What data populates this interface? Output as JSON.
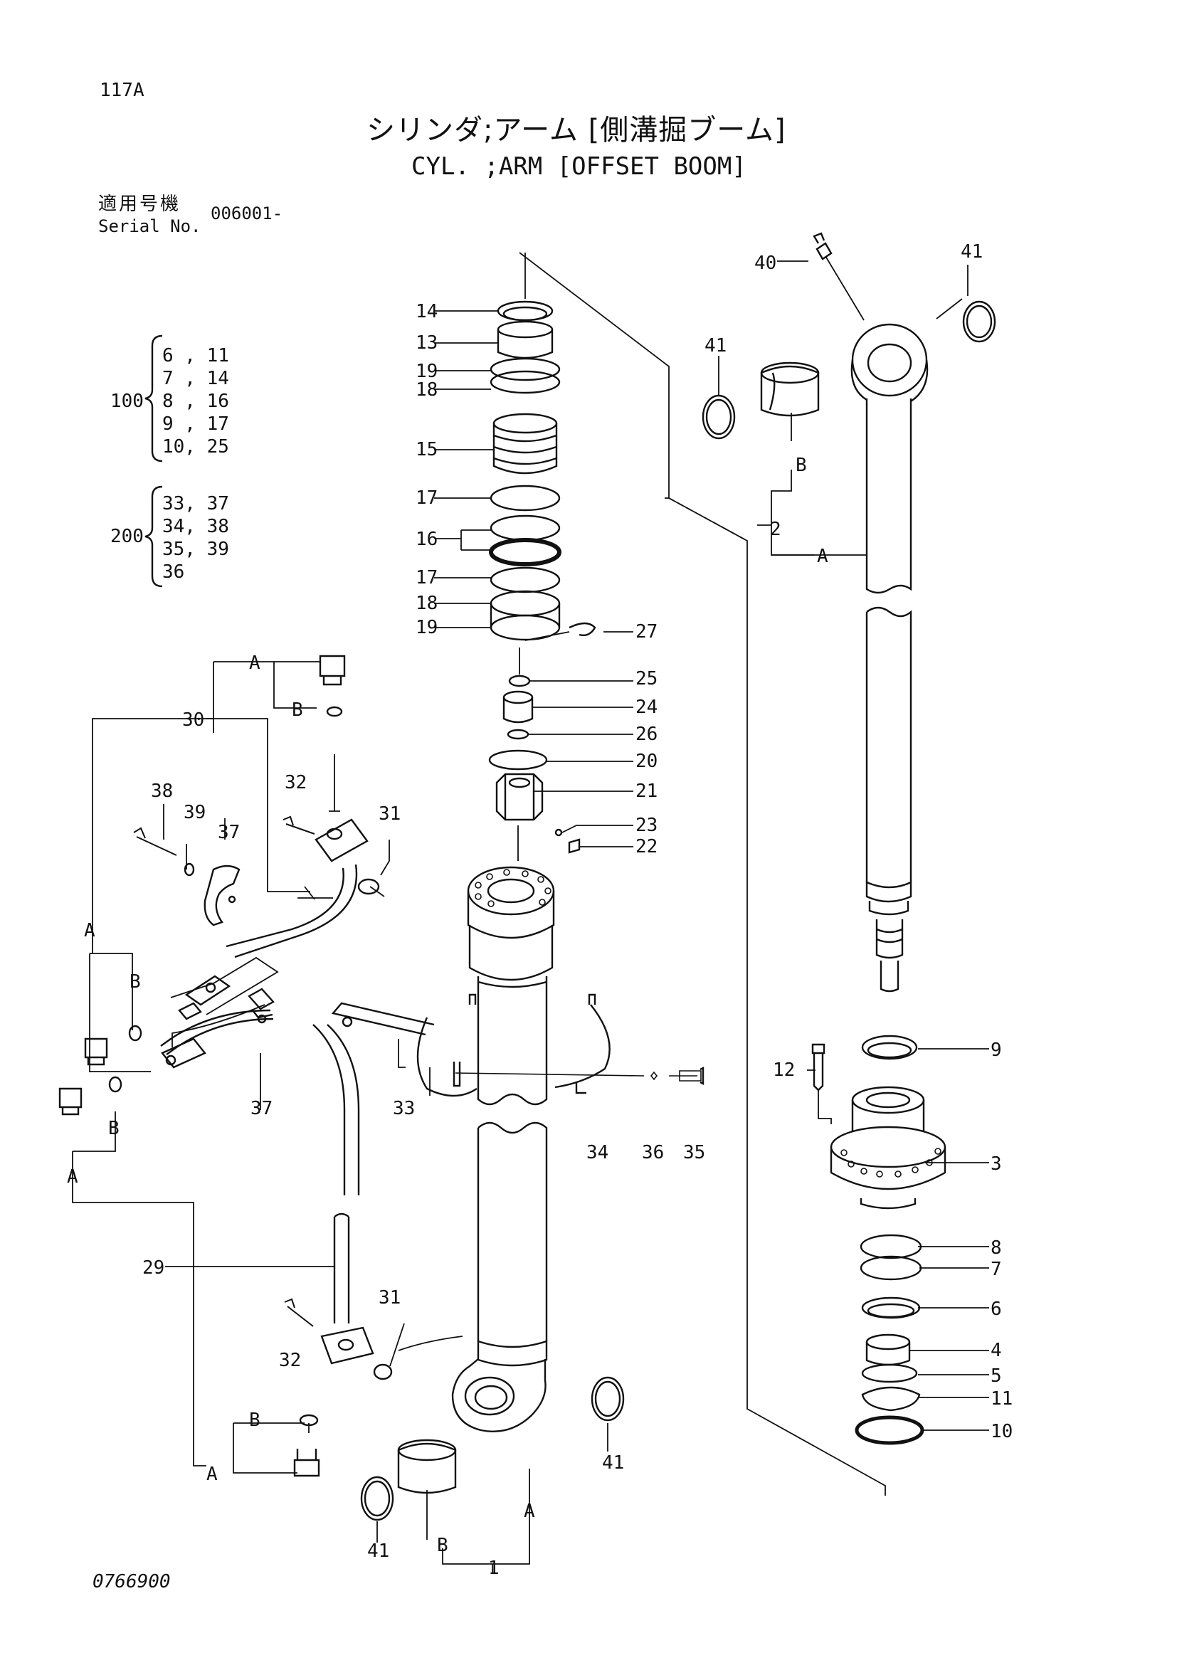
{
  "header": {
    "page_code": "117A",
    "title_ja": "シリンダ;アーム [側溝掘ブーム]",
    "title_en": "CYL. ;ARM [OFFSET BOOM]",
    "serial_label_ja": "適用号機",
    "serial_label_en": "Serial No.",
    "serial_value": "006001-"
  },
  "kits": [
    {
      "id": "100",
      "items": [
        "6 , 11",
        "7 , 14",
        "8 , 16",
        "9 , 17",
        "10, 25"
      ]
    },
    {
      "id": "200",
      "items": [
        "33, 37",
        "34, 38",
        "35, 39",
        "36"
      ]
    }
  ],
  "callouts": {
    "c1": "1",
    "c2": "2",
    "c3": "3",
    "c4": "4",
    "c5": "5",
    "c6": "6",
    "c7": "7",
    "c8": "8",
    "c9": "9",
    "c10": "10",
    "c11": "11",
    "c12": "12",
    "c13": "13",
    "c14": "14",
    "c15": "15",
    "c16": "16",
    "c17a": "17",
    "c17b": "17",
    "c18a": "18",
    "c18b": "18",
    "c19a": "19",
    "c19b": "19",
    "c20": "20",
    "c21": "21",
    "c22": "22",
    "c23": "23",
    "c24": "24",
    "c25": "25",
    "c26": "26",
    "c27": "27",
    "c29": "29",
    "c30": "30",
    "c31a": "31",
    "c31b": "31",
    "c32a": "32",
    "c32b": "32",
    "c33": "33",
    "c34": "34",
    "c35": "35",
    "c36": "36",
    "c37a": "37",
    "c37b": "37",
    "c38": "38",
    "c39": "39",
    "c40": "40",
    "c41a": "41",
    "c41b": "41",
    "c41c": "41",
    "c41d": "41"
  },
  "sub_labels": {
    "a1": "A",
    "b1": "B",
    "a2": "A",
    "b2": "B",
    "a3": "A",
    "b3": "B",
    "a4": "A",
    "b4": "B",
    "a5": "A",
    "b5": "B",
    "a6": "A",
    "b6": "B"
  },
  "footer": {
    "doc_number": "0766900"
  }
}
